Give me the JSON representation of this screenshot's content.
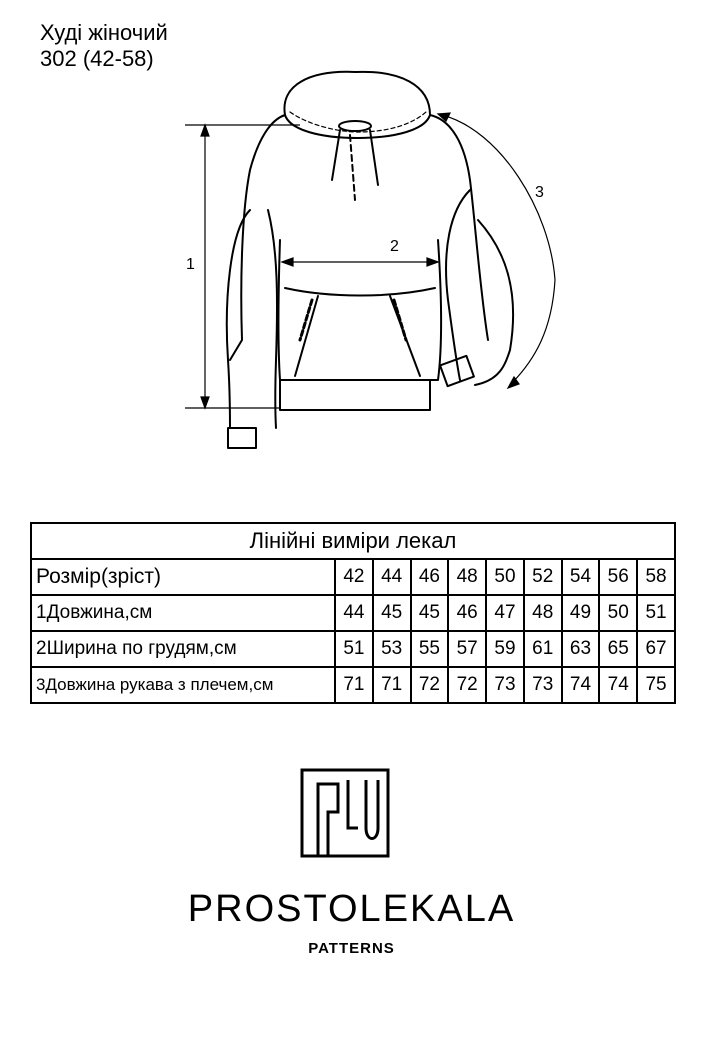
{
  "title": {
    "line1": "Худі жіночий",
    "line2": "302 (42-58)"
  },
  "sketch": {
    "dim_labels": [
      "1",
      "2",
      "3"
    ]
  },
  "table": {
    "heading": "Лінійні виміри лекал",
    "header_label": "Розмір(зріст)",
    "sizes": [
      "42",
      "44",
      "46",
      "48",
      "50",
      "52",
      "54",
      "56",
      "58"
    ],
    "rows": [
      {
        "label": "1Довжина,см",
        "values": [
          "44",
          "45",
          "45",
          "46",
          "47",
          "48",
          "49",
          "50",
          "51"
        ]
      },
      {
        "label": "2Ширина по грудям,см",
        "values": [
          "51",
          "53",
          "55",
          "57",
          "59",
          "61",
          "63",
          "65",
          "67"
        ]
      },
      {
        "label": "3Довжина рукава з плечем,см",
        "values": [
          "71",
          "71",
          "72",
          "72",
          "73",
          "73",
          "74",
          "74",
          "75"
        ]
      }
    ]
  },
  "brand": {
    "name": "PROSTOLEKALA",
    "subtitle": "PATTERNS"
  }
}
